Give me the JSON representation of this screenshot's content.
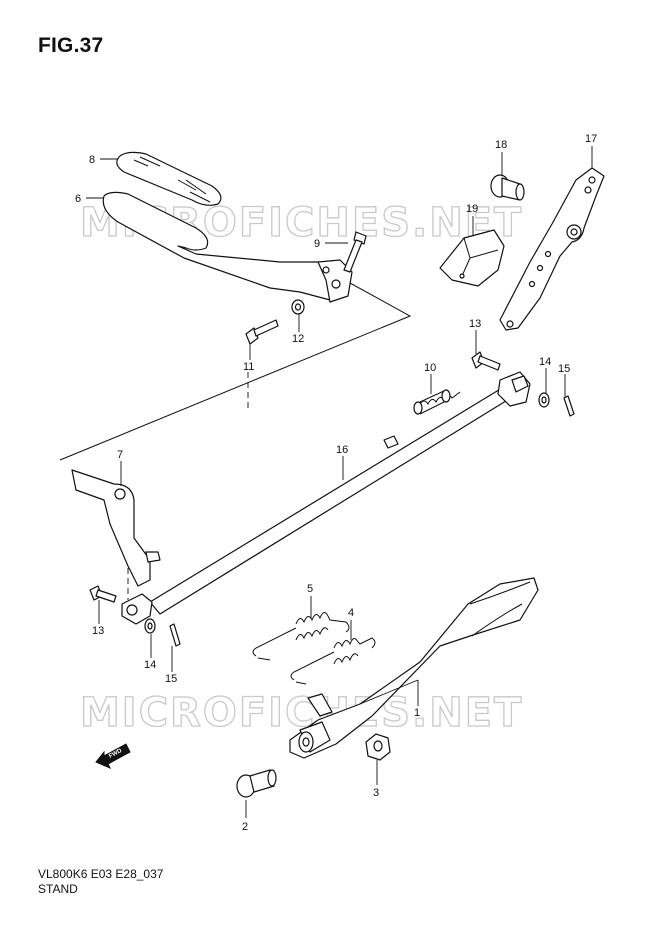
{
  "figure": {
    "title": "FIG.37",
    "code": "VL800K6 E03 E28_037",
    "name": "STAND"
  },
  "watermark": {
    "text": "MICROFICHES.NET"
  },
  "fwd_label": "FWD",
  "callouts": [
    "1",
    "2",
    "3",
    "4",
    "5",
    "6",
    "7",
    "8",
    "9",
    "10",
    "11",
    "12",
    "13",
    "13",
    "14",
    "14",
    "15",
    "15",
    "16",
    "17",
    "18",
    "19"
  ]
}
